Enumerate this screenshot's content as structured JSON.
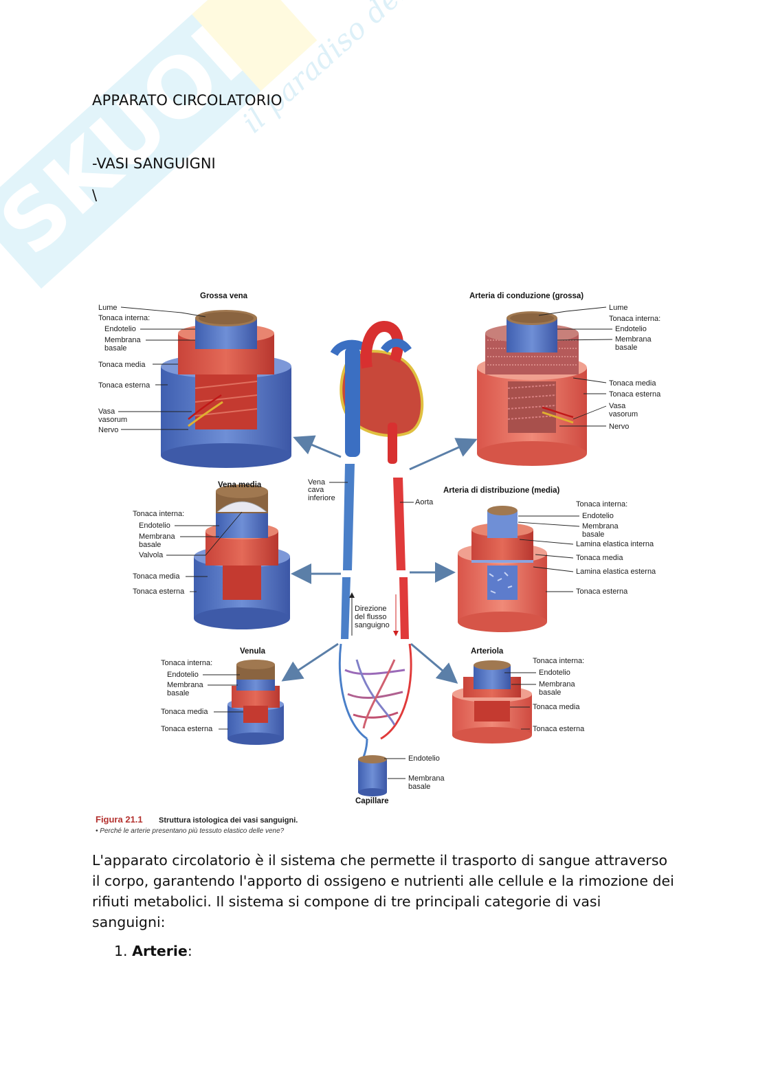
{
  "doc": {
    "title": "APPARATO CIRCOLATORIO",
    "subtitle": "-VASI SANGUIGNI",
    "stray": "\\",
    "paragraph": "L'apparato circolatorio è il sistema che permette il trasporto di sangue attraverso il corpo, garantendo l'apporto di ossigeno e nutrienti alle cellule e la rimozione dei rifiuti metabolici. Il sistema si compone di tre principali categorie di vasi sanguigni:",
    "list_item_1_number": "1.",
    "list_item_1_label": "Arterie",
    "list_item_1_suffix": ":"
  },
  "watermark": {
    "brand": "SKUOLA.net",
    "tagline": "il paradiso dello studente"
  },
  "figure": {
    "caption_label": "Figura 21.1",
    "caption_text": "Struttura istologica dei vasi sanguigni.",
    "caption_question": "• Perché le arterie presentano più tessuto elastico delle vene?",
    "grossa_vena": {
      "header": "Grossa vena",
      "lume": "Lume",
      "tonaca_interna": "Tonaca interna:",
      "endotelio": "Endotelio",
      "membrana": "Membrana",
      "basale": "basale",
      "tonaca_media": "Tonaca media",
      "tonaca_esterna": "Tonaca esterna",
      "vasa": "Vasa",
      "vasorum": "vasorum",
      "nervo": "Nervo"
    },
    "arteria_conduzione": {
      "header": "Arteria di conduzione (grossa)",
      "lume": "Lume",
      "tonaca_interna": "Tonaca interna:",
      "endotelio": "Endotelio",
      "membrana": "Membrana",
      "basale": "basale",
      "tonaca_media": "Tonaca media",
      "tonaca_esterna": "Tonaca esterna",
      "vasa": "Vasa",
      "vasorum": "vasorum",
      "nervo": "Nervo"
    },
    "vena_media": {
      "header": "Vena media",
      "tonaca_interna": "Tonaca interna:",
      "endotelio": "Endotelio",
      "membrana": "Membrana",
      "basale": "basale",
      "valvola": "Valvola",
      "tonaca_media": "Tonaca media",
      "tonaca_esterna": "Tonaca esterna"
    },
    "arteria_distribuzione": {
      "header": "Arteria di distribuzione (media)",
      "tonaca_interna": "Tonaca interna:",
      "endotelio": "Endotelio",
      "membrana": "Membrana",
      "basale": "basale",
      "lamina_interna": "Lamina elastica interna",
      "tonaca_media": "Tonaca media",
      "lamina_esterna": "Lamina elastica esterna",
      "tonaca_esterna": "Tonaca esterna"
    },
    "venula": {
      "header": "Venula",
      "tonaca_interna": "Tonaca interna:",
      "endotelio": "Endotelio",
      "membrana": "Membrana",
      "basale": "basale",
      "tonaca_media": "Tonaca media",
      "tonaca_esterna": "Tonaca esterna"
    },
    "arteriola": {
      "header": "Arteriola",
      "tonaca_interna": "Tonaca interna:",
      "endotelio": "Endotelio",
      "membrana": "Membrana",
      "basale": "basale",
      "tonaca_media": "Tonaca media",
      "tonaca_esterna": "Tonaca esterna"
    },
    "capillare": {
      "header": "Capillare",
      "endotelio": "Endotelio",
      "membrana": "Membrana",
      "basale": "basale"
    },
    "center": {
      "vena": "Vena",
      "cava": "cava",
      "inferiore": "inferiore",
      "aorta": "Aorta",
      "direzione": "Direzione",
      "del_flusso": "del flusso",
      "sanguigno": "sanguigno"
    }
  }
}
